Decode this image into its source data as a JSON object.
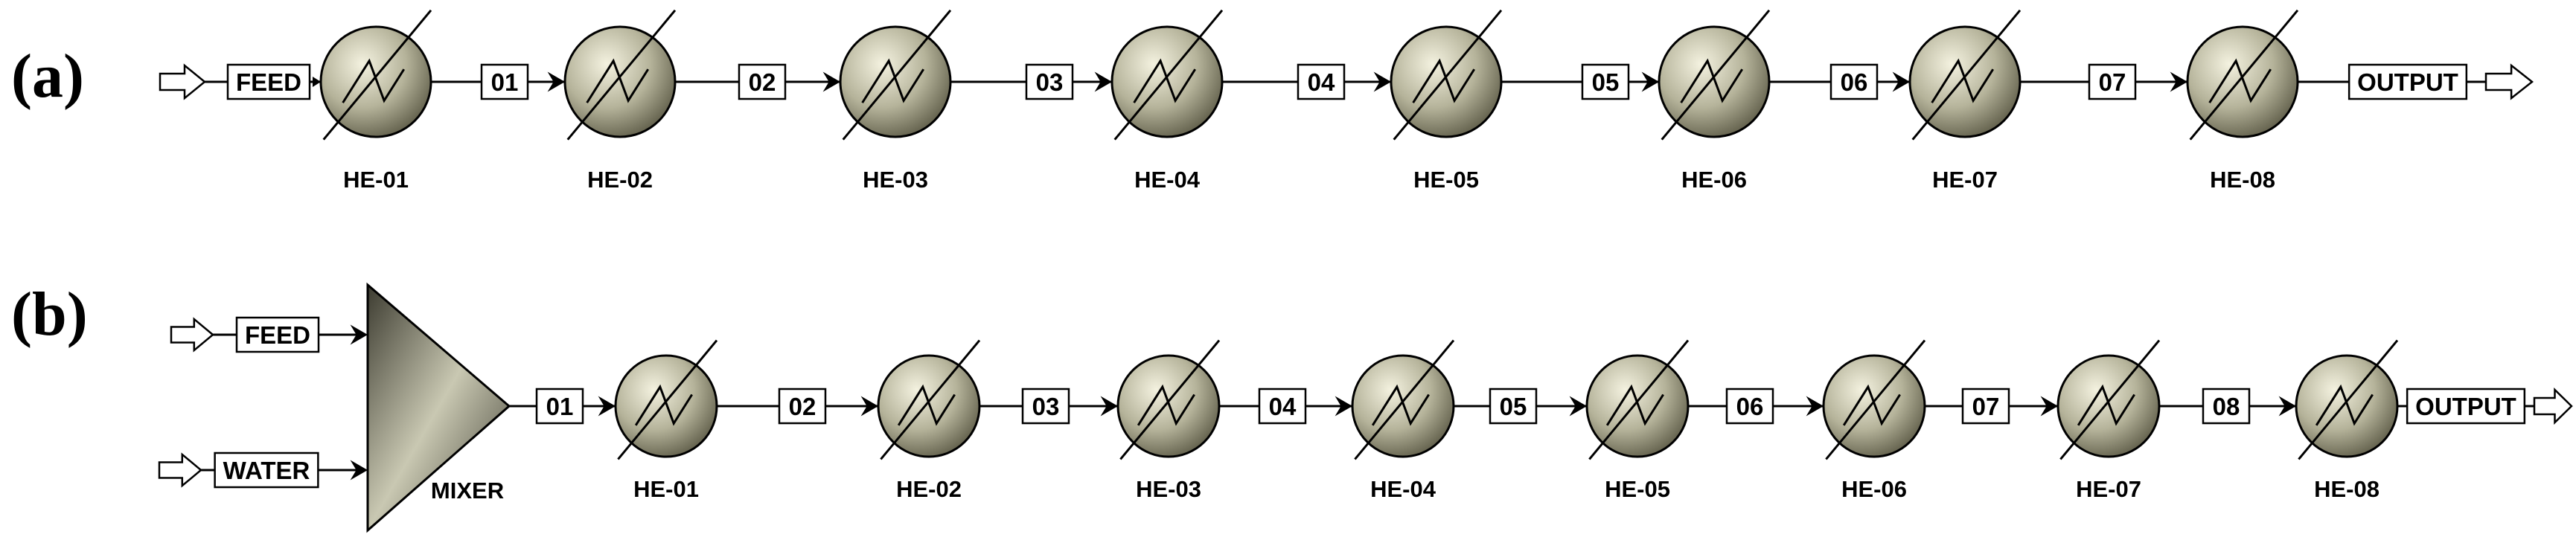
{
  "panel_a": {
    "label": "(a)",
    "feed_label": "FEED",
    "output_label": "OUTPUT",
    "streams": [
      "01",
      "02",
      "03",
      "04",
      "05",
      "06",
      "07"
    ],
    "units": [
      "HE-01",
      "HE-02",
      "HE-03",
      "HE-04",
      "HE-05",
      "HE-06",
      "HE-07",
      "HE-08"
    ]
  },
  "panel_b": {
    "label": "(b)",
    "feed_label": "FEED",
    "water_label": "WATER",
    "mixer_label": "MIXER",
    "output_label": "OUTPUT",
    "streams": [
      "01",
      "02",
      "03",
      "04",
      "05",
      "06",
      "07",
      "08"
    ],
    "units": [
      "HE-01",
      "HE-02",
      "HE-03",
      "HE-04",
      "HE-05",
      "HE-06",
      "HE-07",
      "HE-08"
    ]
  },
  "colors": {
    "line": "#000000",
    "box_fill": "#ffffff",
    "exchanger_highlight": "#f4f2e0",
    "exchanger_shadow": "#5e5c48",
    "mixer_light": "#c9c8b2",
    "mixer_dark": "#3c3b30"
  },
  "icons": [
    "heat-exchanger-icon",
    "mixer-icon",
    "hollow-arrow-icon"
  ]
}
